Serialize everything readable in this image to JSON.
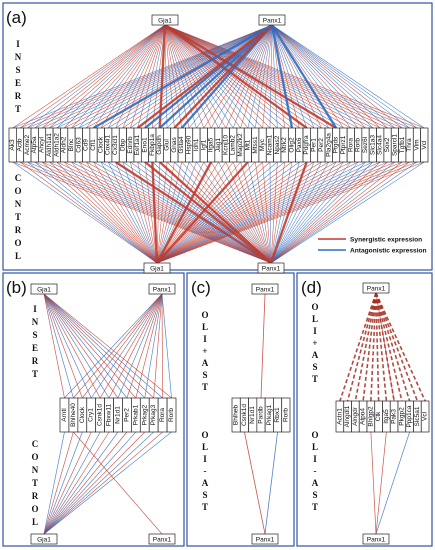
{
  "colors": {
    "synergistic": "#c0392b",
    "antagonistic": "#2e6bc2",
    "frame": "#2f55a4"
  },
  "legend": {
    "synergistic": "Synergistic expression",
    "antagonistic": "Antagonistic expression"
  },
  "panels": [
    {
      "label": "(a)",
      "hubs": [
        "Gja1",
        "Panx1"
      ],
      "top_condition": [
        "I",
        "N",
        "S",
        "E",
        "R",
        "T"
      ],
      "bottom_condition": [
        "C",
        "O",
        "N",
        "T",
        "R",
        "O",
        "L"
      ],
      "genes": [
        "Ak3",
        "Actb",
        "Acme2",
        "Atp5a",
        "Ahcyl",
        "Aldh1a1",
        "Aldh1a2",
        "Aldh2",
        "Blnc",
        "Cd63",
        "Cd9",
        "Cfl1",
        "Clock",
        "Cox4i1",
        "Cx3cl1",
        "Dbp",
        "Ednrb",
        "Eef1a1",
        "Eno1",
        "Fkbp1a",
        "Gapdh",
        "Glul",
        "Gnas",
        "Gsta4",
        "Hsp90",
        "Idh1",
        "Igf1",
        "Itga5",
        "Jag1",
        "Kcnj10",
        "Lamb2",
        "Map2k2",
        "Mt1",
        "Mtss1",
        "Myc",
        "Ncam1",
        "Npas2",
        "Ntrk2",
        "Olig2",
        "Pax6",
        "Pdgfra",
        "Per1",
        "Per2",
        "Pla2g4a",
        "Ptgds",
        "Ptprz1",
        "Rora",
        "Rorb",
        "Sez6l",
        "Slc1a3",
        "Slc4a4",
        "Sox2",
        "Sparcl1",
        "Tgfb1",
        "Thra",
        "Vim",
        "Vcl"
      ],
      "gene_link_pattern": [
        {
          "from": "Gja1",
          "pattern": [
            "S",
            "S",
            "A",
            "S",
            "S",
            "S",
            "A",
            "S",
            "S",
            "A",
            "S",
            "S",
            "S",
            "A",
            "S",
            "S",
            "S",
            "S",
            "A",
            "S",
            "S",
            "A",
            "S",
            "S",
            "S",
            "A",
            "S",
            "S",
            "S",
            "S",
            "A",
            "S",
            "S",
            "A",
            "S",
            "S",
            "S",
            "A",
            "S",
            "S",
            "S",
            "S",
            "A",
            "S",
            "S",
            "A",
            "S",
            "S",
            "S",
            "A",
            "S",
            "S",
            "S",
            "S",
            "A",
            "S",
            "S"
          ]
        },
        {
          "from": "Panx1",
          "pattern": [
            "A",
            "S",
            "A",
            "A",
            "S",
            "A",
            "A",
            "S",
            "A",
            "A",
            "S",
            "A",
            "S",
            "A",
            "A",
            "S",
            "A",
            "A",
            "S",
            "A",
            "S",
            "A",
            "A",
            "S",
            "A",
            "A",
            "S",
            "A",
            "A",
            "S",
            "A",
            "S",
            "A",
            "A",
            "S",
            "A",
            "A",
            "S",
            "A",
            "S",
            "A",
            "A",
            "S",
            "A",
            "A",
            "S",
            "A",
            "A",
            "S",
            "A",
            "S",
            "A",
            "A",
            "S",
            "A",
            "A",
            "A"
          ]
        }
      ],
      "emphasized_links": [
        {
          "from": "Gja1",
          "to": "Gapdh",
          "kind": "synergistic"
        },
        {
          "from": "Gja1",
          "to": "Pdgfra",
          "kind": "synergistic"
        },
        {
          "from": "Gja1",
          "to": "Ptgds",
          "kind": "synergistic"
        },
        {
          "from": "Panx1",
          "to": "Eno1",
          "kind": "antagonistic"
        },
        {
          "from": "Panx1",
          "to": "Gsta4",
          "kind": "antagonistic"
        },
        {
          "from": "Panx1",
          "to": "Olig2",
          "kind": "antagonistic"
        },
        {
          "from": "Panx1",
          "to": "Gapdh",
          "kind": "antagonistic"
        },
        {
          "from": "Panx1",
          "to": "Ptgds",
          "kind": "antagonistic"
        },
        {
          "from": "Panx1",
          "to": "Eef1a1",
          "kind": "synergistic"
        },
        {
          "from": "Panx1",
          "to": "Gnas",
          "kind": "synergistic"
        },
        {
          "from": "Panx1",
          "to": "Cfl1",
          "kind": "antagonistic"
        }
      ],
      "bottom_emphasized_links": [
        {
          "from": "Gja1",
          "to": "Fkbp1a",
          "kind": "synergistic"
        },
        {
          "from": "Gja1",
          "to": "Itga5",
          "kind": "synergistic"
        },
        {
          "from": "Gja1",
          "to": "Mt1",
          "kind": "synergistic"
        },
        {
          "from": "Panx1",
          "to": "Cx3cl1",
          "kind": "synergistic"
        },
        {
          "from": "Panx1",
          "to": "Gapdh",
          "kind": "synergistic"
        },
        {
          "from": "Panx1",
          "to": "Pdgfra",
          "kind": "synergistic"
        },
        {
          "from": "Panx1",
          "to": "Eno1",
          "kind": "synergistic"
        }
      ]
    },
    {
      "label": "(b)",
      "hubs": [
        "Gja1",
        "Panx1"
      ],
      "top_condition": [
        "I",
        "N",
        "S",
        "E",
        "R",
        "T"
      ],
      "bottom_condition": [
        "C",
        "O",
        "N",
        "T",
        "R",
        "O",
        "L"
      ],
      "genes": [
        "Arntl",
        "Bhlhe40",
        "Clock",
        "Cry1",
        "Csnk1d",
        "Fbxw11",
        "Nr1d1",
        "Per2",
        "Prkab1",
        "Prkag2",
        "Prkag3",
        "Rora",
        "Rorb"
      ]
    },
    {
      "label": "(c)",
      "hubs": [
        "Panx1"
      ],
      "top_condition": [
        "O",
        "L",
        "I",
        "+",
        "A",
        "S",
        "T"
      ],
      "bottom_condition": [
        "O",
        "L",
        "I",
        "-",
        "A",
        "S",
        "T"
      ],
      "genes": [
        "Bhlheb",
        "Csnk1d",
        "Nr1d1",
        "Pardb",
        "Prkag1",
        "Rbx1",
        "Rorb"
      ]
    },
    {
      "label": "(d)",
      "hubs": [
        "Panx1"
      ],
      "top_condition": [
        "O",
        "L",
        "I",
        "+",
        "A",
        "S",
        "T"
      ],
      "bottom_condition": [
        "O",
        "L",
        "I",
        "-",
        "A",
        "S",
        "T"
      ],
      "genes": [
        "Actn1",
        "Alngdl1",
        "Alngdr",
        "Atpo4",
        "Bhlgp2",
        "Ctk",
        "Itga5",
        "Pak3",
        "Pkgp2",
        "Ppp1ca",
        "Slc5a1",
        "Vcl"
      ]
    }
  ]
}
